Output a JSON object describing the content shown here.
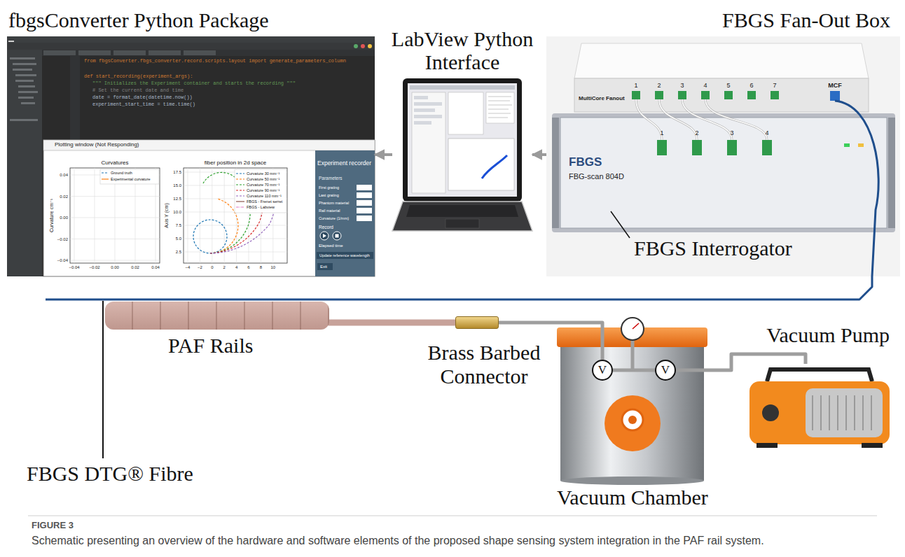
{
  "diagram": {
    "caption": "Schematic presenting an overview of the hardware and software elements of the proposed shape sensing system integration in the PAF rail system.",
    "nodes": [
      {
        "text": [
          "fbgsConverter Python Package"
        ]
      },
      {
        "text": [
          "LabView Python Interface"
        ]
      },
      {
        "text": [
          "FBGS Fan-Out Box",
          "FBGS Interrogator"
        ]
      },
      {
        "text": [
          "PAF Rails"
        ]
      },
      {
        "text": [
          "Brass Barbed Connector"
        ]
      },
      {
        "text": [
          "Vacuum Chamber"
        ]
      },
      {
        "text": [
          "V"
        ],
        "in": 5
      },
      {
        "text": [
          "V"
        ],
        "in": 5
      },
      {
        "text": [
          "Vacuum Pump"
        ]
      }
    ],
    "edges": [
      {
        "from": 2,
        "to": 1,
        "arrow": "to"
      },
      {
        "from": 1,
        "to": 0,
        "arrow": "to"
      },
      {
        "from": 2,
        "to": 3,
        "arrow": "none"
      },
      {
        "from": 3,
        "to": 4,
        "arrow": "none"
      },
      {
        "from": 4,
        "to": 6,
        "arrow": "none"
      },
      {
        "from": 6,
        "to": 7,
        "arrow": "none"
      },
      {
        "from": 7,
        "to": 8,
        "arrow": "none"
      }
    ],
    "labels": [
      "FBGS DTG® Fibre",
      "Plotting window (Not Responding)",
      "Curvatures",
      "fiber position in 2d space",
      "Curvature cm⁻¹",
      "Axis Y (cm)",
      "Experiment recorder",
      "Parameters",
      "First grating",
      "Last grating",
      "Phantom material",
      "Rail material",
      "Curvature (1/mm)",
      "Record",
      "Elapsed time",
      "Update reference wavelength",
      "Exit",
      "from fbgsConverter.fbgs_converter.record.scripts.layout import generate_parameters_column",
      "def start_recording(experiment_args):",
      "\"\"\" Initializes the Experiment container and starts the recording \"\"\"",
      "# Set the current date and time",
      "date = format_date(datetime.now())",
      "experiment_start_time = time.time()",
      "MultiCore Fanout",
      "FBGS",
      "FBG-scan 804D",
      "MCF",
      "1",
      "2",
      "3",
      "4",
      "5",
      "6",
      "7",
      "1",
      "2",
      "3",
      "4",
      "0.04",
      "0.02",
      "0.00",
      "−0.02",
      "−0.04",
      "−0.04",
      "−0.02",
      "0.00",
      "0.02",
      "0.04",
      "17.5",
      "15.0",
      "12.5",
      "10.0",
      "7.5",
      "5.0",
      "2.5",
      "−4",
      "−2",
      "0",
      "2",
      "4",
      "6",
      "8",
      "10",
      "FIGURE 3"
    ],
    "legend": [
      {
        "text": "Ground truth"
      },
      {
        "text": "Experimental curvature"
      },
      {
        "text": "Curvature 30 mm⁻¹"
      },
      {
        "text": "Curvature 50 mm⁻¹"
      },
      {
        "text": "Curvature 70 mm⁻¹"
      },
      {
        "text": "Curvature 90 mm⁻¹"
      },
      {
        "text": "Curvature 110 mm⁻¹"
      },
      {
        "text": "FBGS - Frenet serret"
      },
      {
        "text": "FBGS - Labview"
      }
    ]
  }
}
